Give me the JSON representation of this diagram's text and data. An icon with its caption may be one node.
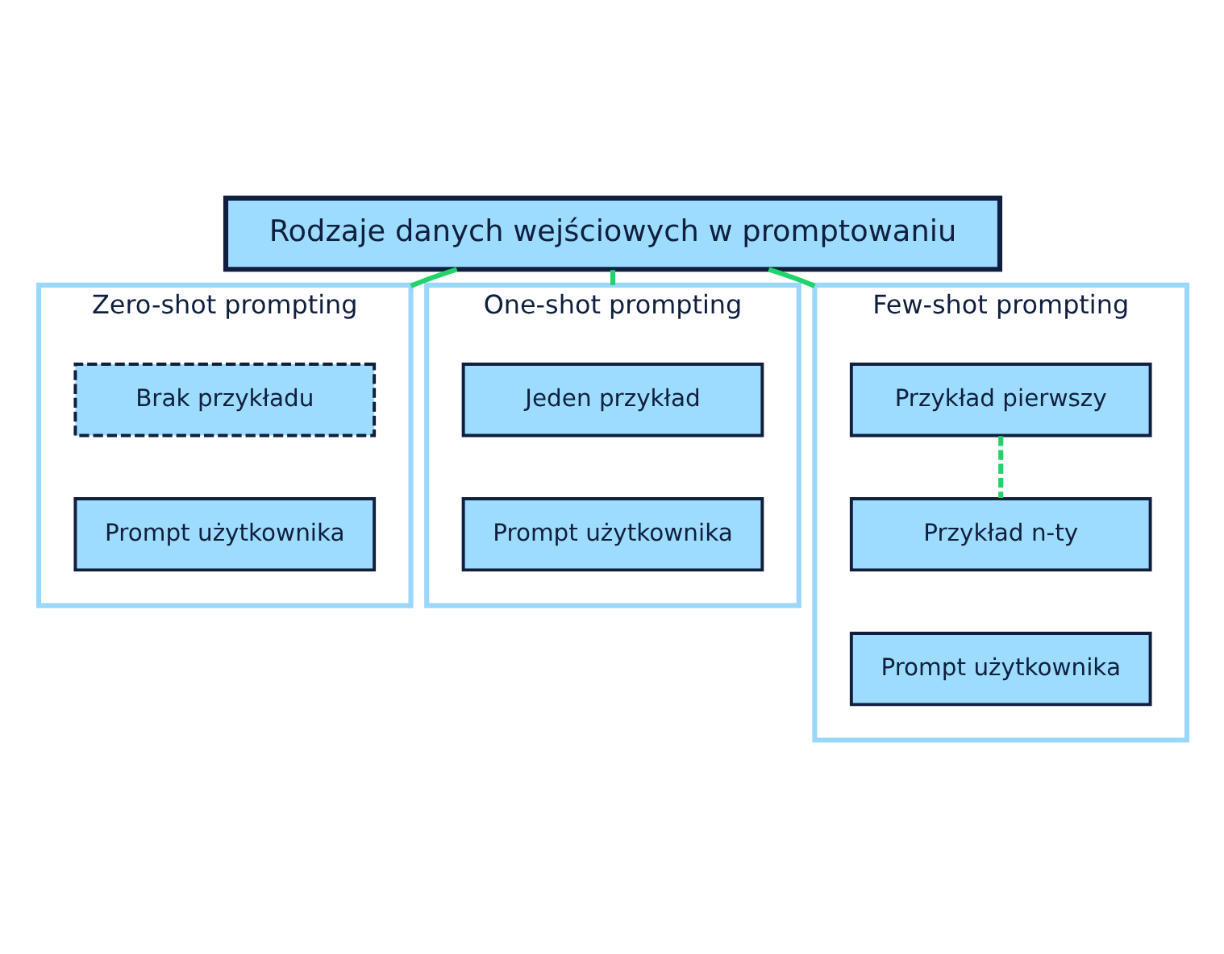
{
  "diagram": {
    "nodes": [
      {
        "text": [
          "Rodzaje danych wejściowych w promptowaniu"
        ]
      },
      {
        "text": [
          "Zero-shot prompting"
        ]
      },
      {
        "text": [
          "Brak przykładu"
        ],
        "in": 1
      },
      {
        "text": [
          "Prompt użytkownika"
        ],
        "in": 1
      },
      {
        "text": [
          "One-shot prompting"
        ]
      },
      {
        "text": [
          "Jeden przykład"
        ],
        "in": 4
      },
      {
        "text": [
          "Prompt użytkownika"
        ],
        "in": 4
      },
      {
        "text": [
          "Few-shot prompting"
        ]
      },
      {
        "text": [
          "Przykład pierwszy"
        ],
        "in": 7
      },
      {
        "text": [
          "Przykład n-ty"
        ],
        "in": 7
      },
      {
        "text": [
          "Prompt użytkownika"
        ],
        "in": 7
      }
    ],
    "edges": [
      {
        "from": 0,
        "to": 1,
        "arrow": "none"
      },
      {
        "from": 0,
        "to": 4,
        "arrow": "none"
      },
      {
        "from": 0,
        "to": 7,
        "arrow": "none"
      },
      {
        "from": 8,
        "to": 9,
        "arrow": "none",
        "style": "dashed"
      }
    ]
  }
}
